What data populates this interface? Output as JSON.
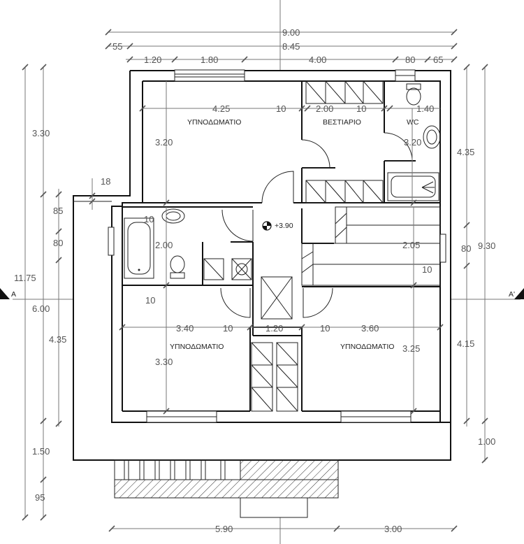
{
  "rooms": {
    "bedroom_top": "ΥΠΝΟΔΩΜΑΤΙΟ",
    "wardrobe": "ΒΕΣΤΙΑΡΙΟ",
    "wc": "WC",
    "bedroom_left": "ΥΠΝΟΔΩΜΑΤΙΟ",
    "bedroom_right": "ΥΠΝΟΔΩΜΑΤΙΟ"
  },
  "level": "+3.90",
  "section": {
    "left": "A",
    "right": "A'"
  },
  "dims": {
    "top_total": "9.00",
    "top_845": "8.45",
    "top_55": "55",
    "top_120": "1.20",
    "top_180": "1.80",
    "top_400": "4.00",
    "top_80": "80",
    "top_65": "65",
    "in_425": "4.25",
    "in_10a": "10",
    "in_200a": "2.00",
    "in_10b": "10",
    "in_140": "1.40",
    "in_320a": "3.20",
    "in_320b": "3.20",
    "in_10c": "10",
    "in_200b": "2.00",
    "in_205": "2.05",
    "in_10d": "10",
    "in_10e": "10",
    "in_340": "3.40",
    "in_10f": "10",
    "in_120": "1.20",
    "in_10g": "10",
    "in_360": "3.60",
    "in_330": "3.30",
    "in_325": "3.25",
    "left_1175": "11.75",
    "left_330": "3.30",
    "left_18": "18",
    "left_85": "85",
    "left_80": "80",
    "left_600": "6.00",
    "left_435": "4.35",
    "left_150": "1.50",
    "left_95": "95",
    "right_435": "4.35",
    "right_80": "80",
    "right_930": "9.30",
    "right_415": "4.15",
    "right_100": "1.00",
    "bot_590": "5.90",
    "bot_300": "3.00"
  }
}
